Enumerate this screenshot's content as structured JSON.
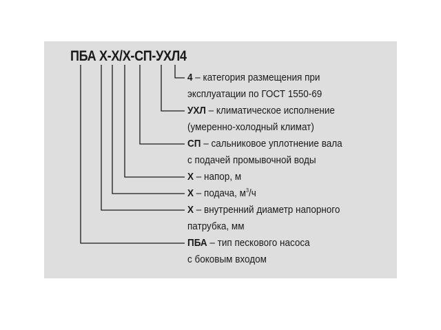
{
  "code": "ПБА Х-Х/Х-СП-УХЛ4",
  "entries": [
    {
      "symbol": "4",
      "line1": " – категория размещения при",
      "line2": "эксплуатации по ГОСТ 1550-69"
    },
    {
      "symbol": "УХЛ",
      "line1": " – климатическое исполнение",
      "line2": "(умеренно-холодный климат)"
    },
    {
      "symbol": "СП",
      "line1": " – сальниковое уплотнение вала",
      "line2": "с подачей промывочной воды"
    },
    {
      "symbol": "Х",
      "line1": " – напор, м"
    },
    {
      "symbol": "Х",
      "line1": " – подача, м",
      "sup": "3",
      "line1_end": "/ч"
    },
    {
      "symbol": "Х",
      "line1": " – внутренний диаметр напорного",
      "line2": "патрубка, мм"
    },
    {
      "symbol": "ПБА",
      "line1": " – тип пескового насоса",
      "line2": "с боковым входом"
    }
  ],
  "colors": {
    "panel": "#dedede",
    "text": "#1a1a1a",
    "lines": "#1a1a1a"
  }
}
